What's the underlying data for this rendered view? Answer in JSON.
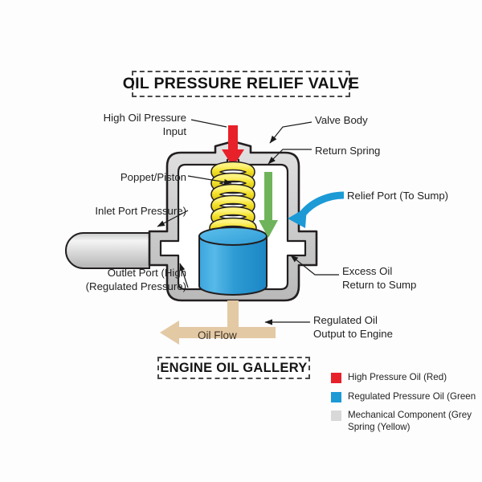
{
  "diagram": {
    "title": "OIL PRESSURE RELIEF VALVE",
    "footer_title": "ENGINE OIL GALLERY",
    "flow_label": "Oil Flow"
  },
  "labels": {
    "high_oil_pressure_input": "High Oil Pressure\nInput",
    "poppet_piston": "Poppet/Piston",
    "inlet_port_pressure": "Inlet Port Pressure)",
    "outlet_port": "Outlet Port (High\n(Regulated Pressure)",
    "valve_body": "Valve Body",
    "return_spring": "Return Spring",
    "relief_port": "Relief Port (To Sump)",
    "excess_oil": "Excess Oil\nReturn to Sump",
    "regulated_output": "Regulated Oil\nOutput to Engine"
  },
  "legend": {
    "items": [
      {
        "color": "#e8202a",
        "text": "High Pressure Oil (Red)"
      },
      {
        "color": "#1b9ad6",
        "text": "Regulated Pressure Oil (Green"
      },
      {
        "color": "#d8d8d8",
        "text": "Mechanical Component (Grey\nSpring (Yellow)"
      }
    ]
  },
  "colors": {
    "high_pressure_red": "#e8202a",
    "regulated_blue": "#1b9ad6",
    "mechanical_grey": "#d8d8d8",
    "spring_yellow": "#f2e02a",
    "relief_arrow_green": "#6fb45a",
    "oil_flow_tan": "#e3c9a4",
    "outline_dark": "#231f20"
  }
}
